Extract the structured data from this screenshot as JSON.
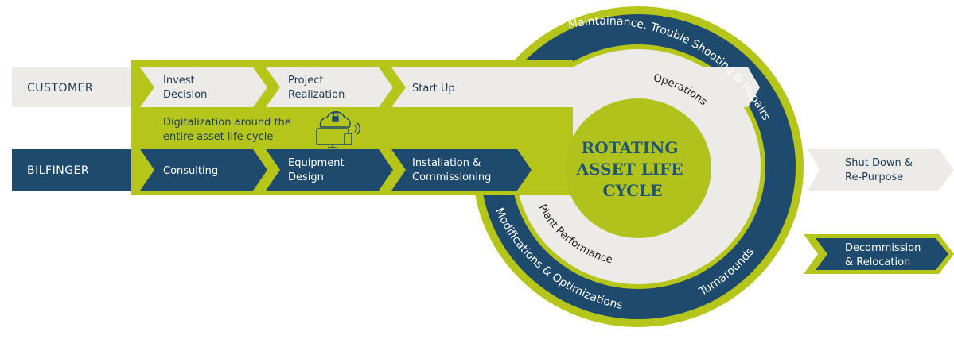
{
  "colors": {
    "navy": "#1e4a6e",
    "lime": "#b6c519",
    "light": "#ecebe7",
    "title": "#1f5670",
    "inner_lime": "#b2c21c"
  },
  "rows": {
    "customer": "CUSTOMER",
    "bilfinger": "BILFINGER"
  },
  "customer_steps": {
    "invest": [
      "Invest",
      "Decision"
    ],
    "project": [
      "Project",
      "Realization"
    ],
    "startup": [
      "Start Up"
    ]
  },
  "bilfinger_steps": {
    "consulting": [
      "Consulting"
    ],
    "equipment": [
      "Equipment",
      "Design"
    ],
    "installation": [
      "Installation &",
      "Commissioning"
    ]
  },
  "digital_band": {
    "text": [
      "Digitalization around the",
      "entire asset life cycle"
    ],
    "icon": "cloud-lock-devices-icon"
  },
  "ring": {
    "maintenance": "Maintainance, Trouble Shooting & Repairs",
    "modifications": "Modifications & Optimizations",
    "turnarounds": "Turnarounds"
  },
  "inner_ring": {
    "operations": "Operations",
    "plant_performance": "Plant Performance"
  },
  "center_title": [
    "ROTATING",
    "ASSET LIFE",
    "CYCLE"
  ],
  "exits": {
    "shutdown": [
      "Shut Down &",
      "Re-Purpose"
    ],
    "decommission": [
      "Decommission",
      "& Relocation"
    ]
  }
}
